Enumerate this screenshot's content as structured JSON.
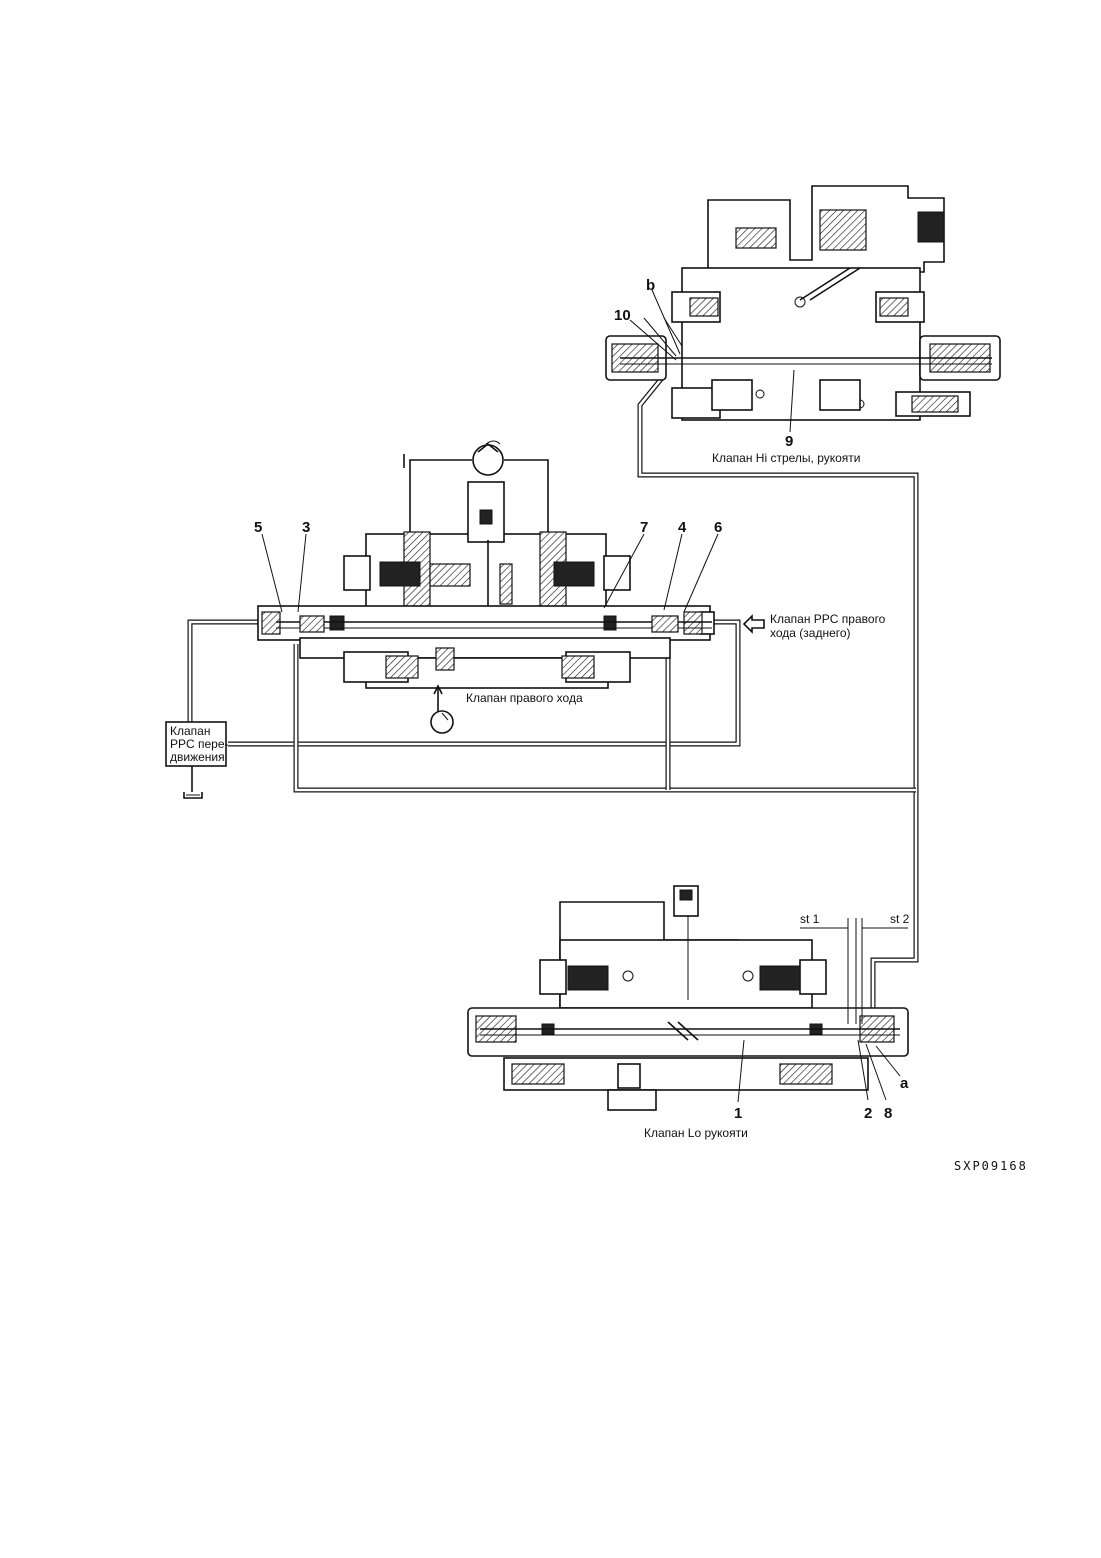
{
  "labels": {
    "hi_valve": "Клапан Hi стрелы, рукояти",
    "ppc_right_travel_reverse_l1": "Клапан PPC правого",
    "ppc_right_travel_reverse_l2": "хода (заднего)",
    "right_travel_valve": "Клапан правого хода",
    "ppc_travel_l1": "Клапан",
    "ppc_travel_l2": "PPC пере-",
    "ppc_travel_l3": "движения",
    "lo_arm_valve": "Клапан Lo рукояти",
    "stroke1": "st 1",
    "stroke2": "st 2",
    "drawing_code": "SXP09168"
  },
  "part_numbers": {
    "n1": "1",
    "n2": "2",
    "n3": "3",
    "n4": "4",
    "n5": "5",
    "n6": "6",
    "n7": "7",
    "n8": "8",
    "n9": "9",
    "n10": "10",
    "a": "a",
    "b": "b"
  }
}
